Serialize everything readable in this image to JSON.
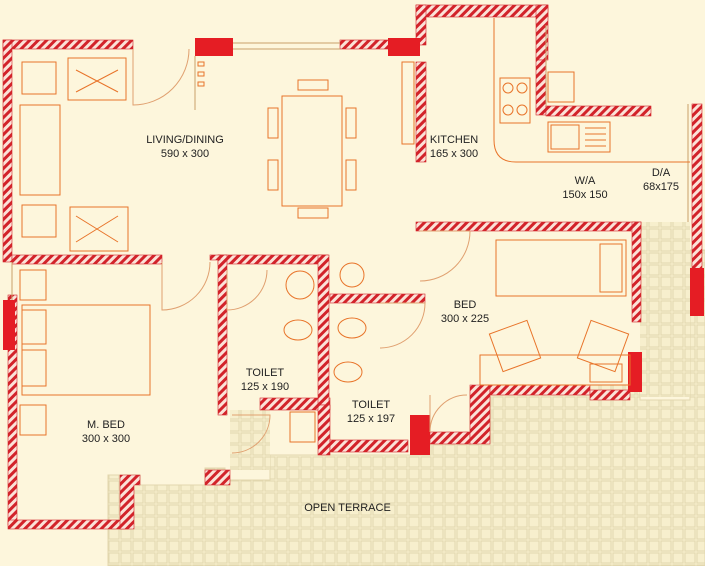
{
  "plan": {
    "colors": {
      "background": "#fdf6dc",
      "wall_stripe": "#d2232a",
      "wall_fill": "#fbe2d8",
      "column": "#e51d24",
      "furniture": "#e8742a",
      "terrace_tile": "#e9e1bd",
      "terrace_bg": "#f7efcd",
      "text": "#222222"
    },
    "rooms": {
      "living": {
        "name": "LIVING/DINING",
        "size": "590 x 300"
      },
      "kitchen": {
        "name": "KITCHEN",
        "size": "165 x 300"
      },
      "wa": {
        "name": "W/A",
        "size": "150x 150"
      },
      "da": {
        "name": "D/A",
        "size": "68x175"
      },
      "bed": {
        "name": "BED",
        "size": "300 x 225"
      },
      "toilet1": {
        "name": "TOILET",
        "size": "125 x 190"
      },
      "toilet2": {
        "name": "TOILET",
        "size": "125 x 197"
      },
      "mbed": {
        "name": "M. BED",
        "size": "300 x 300"
      },
      "terrace": {
        "name": "OPEN TERRACE"
      }
    }
  }
}
